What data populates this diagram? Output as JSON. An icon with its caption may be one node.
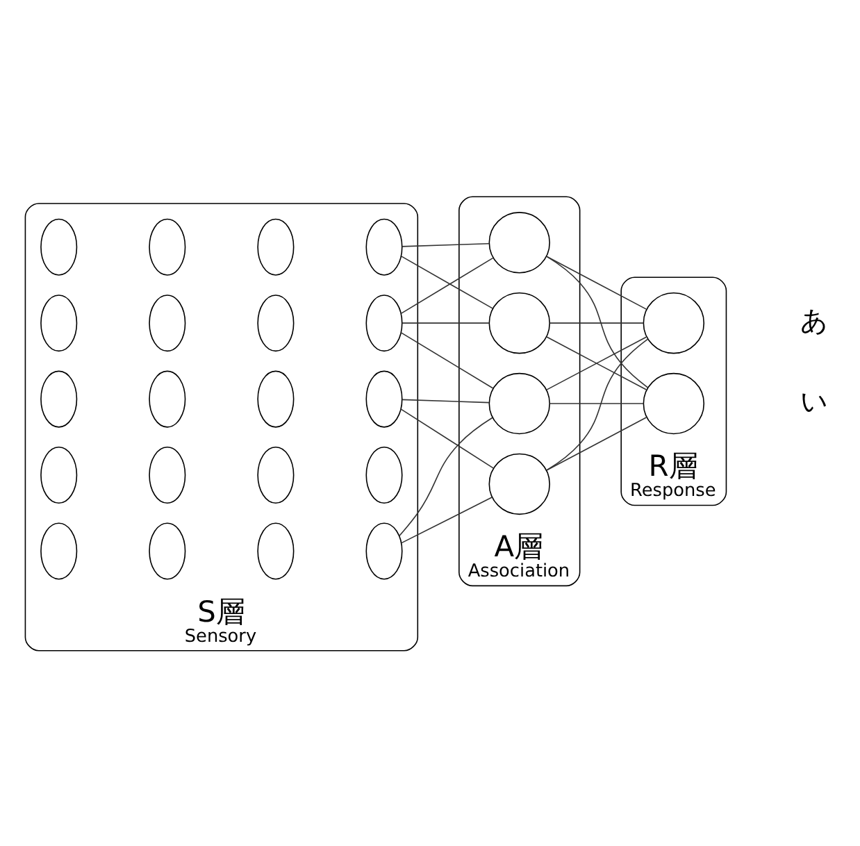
{
  "diagram": {
    "nodes": [
      {
        "text": [
          "S層",
          "Sensory"
        ]
      },
      {
        "text": [],
        "shape": "ellipse",
        "in": 0
      },
      {
        "text": [],
        "shape": "ellipse",
        "in": 0
      },
      {
        "text": [],
        "shape": "ellipse",
        "in": 0
      },
      {
        "text": [],
        "shape": "ellipse",
        "in": 0
      },
      {
        "text": [],
        "shape": "ellipse",
        "in": 0
      },
      {
        "text": [],
        "shape": "ellipse",
        "in": 0
      },
      {
        "text": [],
        "shape": "ellipse",
        "in": 0
      },
      {
        "text": [],
        "shape": "ellipse",
        "in": 0
      },
      {
        "text": [],
        "shape": "ellipse",
        "in": 0
      },
      {
        "text": [],
        "shape": "ellipse",
        "in": 0
      },
      {
        "text": [],
        "shape": "ellipse",
        "in": 0
      },
      {
        "text": [],
        "shape": "ellipse",
        "in": 0
      },
      {
        "text": [],
        "shape": "ellipse",
        "in": 0
      },
      {
        "text": [],
        "shape": "ellipse",
        "in": 0
      },
      {
        "text": [],
        "shape": "ellipse",
        "in": 0
      },
      {
        "text": [],
        "shape": "ellipse",
        "in": 0
      },
      {
        "text": [],
        "shape": "ellipse",
        "in": 0
      },
      {
        "text": [],
        "shape": "ellipse",
        "in": 0
      },
      {
        "text": [],
        "shape": "ellipse",
        "in": 0
      },
      {
        "text": [],
        "shape": "ellipse",
        "in": 0
      },
      {
        "text": [
          "A層",
          "Association"
        ]
      },
      {
        "text": [],
        "shape": "circle",
        "in": 21
      },
      {
        "text": [],
        "shape": "circle",
        "in": 21
      },
      {
        "text": [],
        "shape": "circle",
        "in": 21
      },
      {
        "text": [],
        "shape": "circle",
        "in": 21
      },
      {
        "text": [
          "R層",
          "Response"
        ]
      },
      {
        "text": [],
        "shape": "circle",
        "in": 26,
        "beside": [
          "あ"
        ]
      },
      {
        "text": [],
        "shape": "circle",
        "in": 26,
        "beside": [
          "い"
        ]
      }
    ],
    "edges": [
      {
        "from": 16,
        "to": 22,
        "arrow": "none"
      },
      {
        "from": 16,
        "to": 23,
        "arrow": "none"
      },
      {
        "from": 17,
        "to": 22,
        "arrow": "none"
      },
      {
        "from": 17,
        "to": 23,
        "arrow": "none"
      },
      {
        "from": 17,
        "to": 24,
        "arrow": "none"
      },
      {
        "from": 18,
        "to": 24,
        "arrow": "none"
      },
      {
        "from": 18,
        "to": 25,
        "arrow": "none"
      },
      {
        "from": 20,
        "to": 24,
        "arrow": "none"
      },
      {
        "from": 20,
        "to": 25,
        "arrow": "none"
      },
      {
        "from": 22,
        "to": 27,
        "arrow": "none"
      },
      {
        "from": 22,
        "to": 28,
        "arrow": "none"
      },
      {
        "from": 23,
        "to": 27,
        "arrow": "none"
      },
      {
        "from": 23,
        "to": 28,
        "arrow": "none"
      },
      {
        "from": 24,
        "to": 27,
        "arrow": "none"
      },
      {
        "from": 24,
        "to": 28,
        "arrow": "none"
      },
      {
        "from": 25,
        "to": 27,
        "arrow": "none"
      },
      {
        "from": 25,
        "to": 28,
        "arrow": "none"
      }
    ]
  }
}
